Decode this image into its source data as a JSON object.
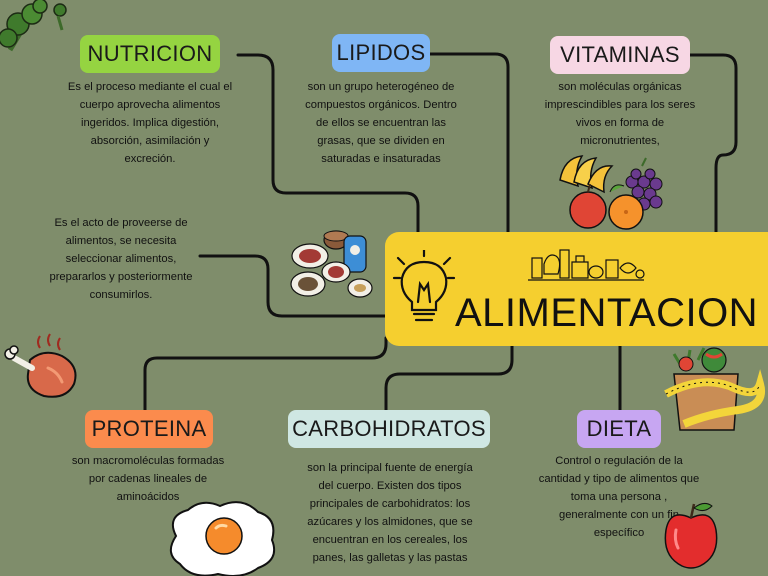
{
  "central": {
    "title": "ALIMENTACION",
    "color": "#f5cf2f"
  },
  "nodes": {
    "nutricion": {
      "label": "NUTRICION",
      "color": "#95d441",
      "description": [
        "Es el proceso mediante el cual el",
        "cuerpo aprovecha alimentos",
        "ingeridos. Implica digestión,",
        "absorción, asimilación y",
        "excreción."
      ]
    },
    "lipidos": {
      "label": "LIPIDOS",
      "color": "#7fb6f5",
      "description": [
        "son un grupo heterogéneo de",
        "compuestos orgánicos. Dentro",
        "de ellos se encuentran las",
        "grasas, que se dividen en",
        "saturadas e insaturadas"
      ]
    },
    "vitaminas": {
      "label": "VITAMINAS",
      "color": "#f7d7e4",
      "description": [
        "son moléculas orgánicas",
        "imprescindibles para los seres",
        "vivos en forma de",
        "micronutrientes,"
      ]
    },
    "alimentacion_def": {
      "description": [
        "Es el acto de proveerse de",
        "alimentos, se necesita",
        "seleccionar alimentos,",
        "prepararlos y posteriormente",
        "consumirlos."
      ]
    },
    "proteina": {
      "label": "PROTEINA",
      "color": "#fb8b4d",
      "description": [
        "son macromoléculas formadas",
        "por cadenas lineales de",
        "aminoácidos"
      ]
    },
    "carbohidratos": {
      "label": "CARBOHIDRATOS",
      "color": "#cfe7e3",
      "description": [
        "son la principal fuente de energía",
        "del cuerpo. Existen dos tipos",
        "principales de carbohidratos: los",
        "azúcares  y los almidones, que se",
        "encuentran en los cereales, los",
        "panes, las galletas y las pastas"
      ]
    },
    "dieta": {
      "label": "DIETA",
      "color": "#c7a6f2",
      "description": [
        "Control o regulación de la",
        "cantidad y tipo de alimentos que",
        "toma una persona ,",
        "generalmente con un fin",
        "específico"
      ]
    }
  },
  "icons": {
    "broccoli": "broccoli-icon",
    "meal_plates": "meal-plates-icon",
    "fruits": "fruit-basket-icon",
    "lightbulb": "lightbulb-icon",
    "groceries": "groceries-icon",
    "chicken": "chicken-leg-icon",
    "egg": "fried-egg-icon",
    "veg_bag": "vegetable-bag-icon",
    "apple": "apple-icon"
  }
}
